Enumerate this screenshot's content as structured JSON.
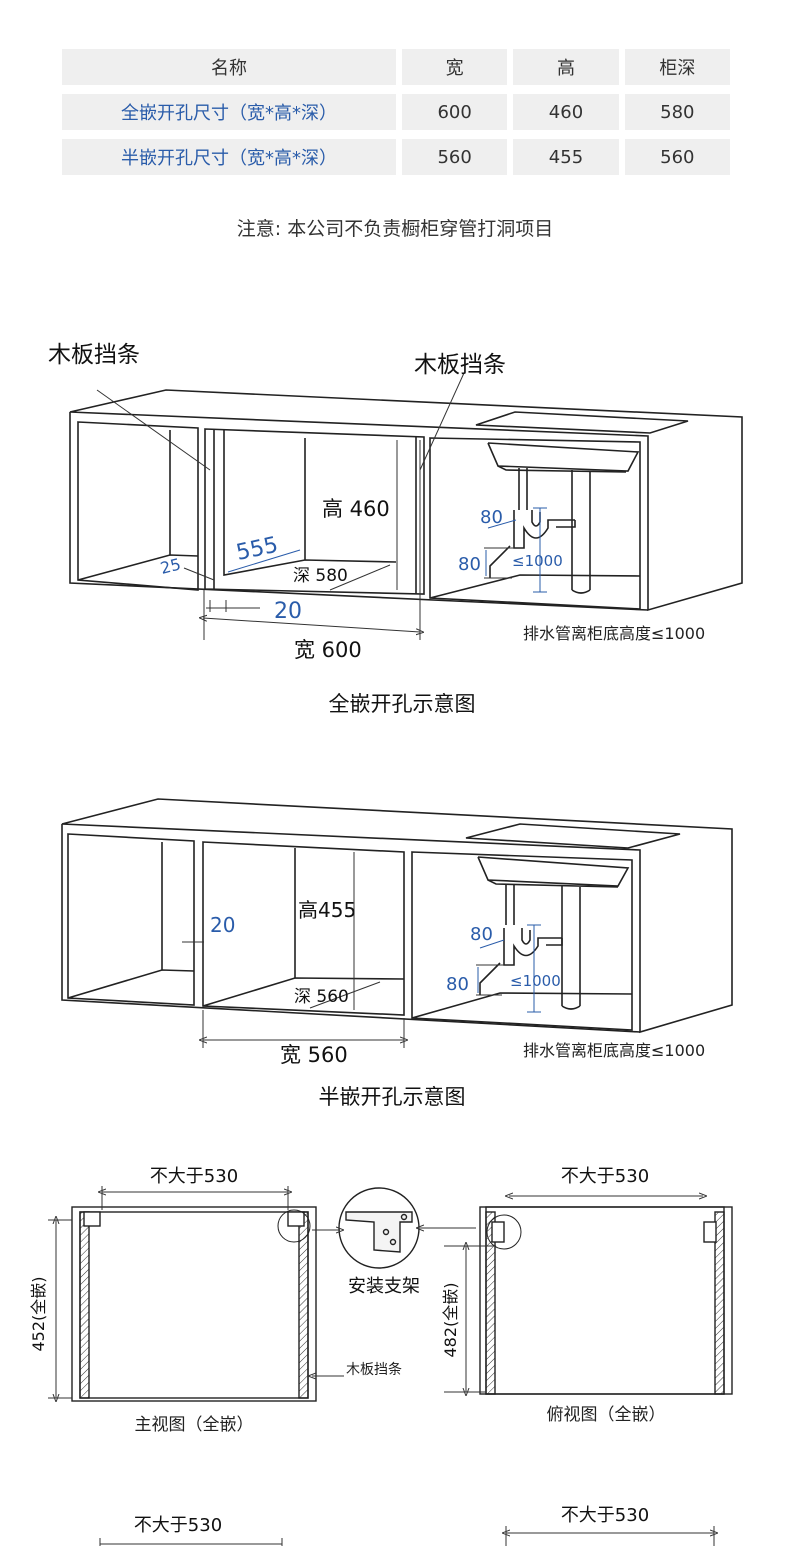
{
  "table": {
    "headers": [
      "名称",
      "宽",
      "高",
      "柜深"
    ],
    "rows": [
      [
        "全嵌开孔尺寸（宽*高*深）",
        "600",
        "460",
        "580"
      ],
      [
        "半嵌开孔尺寸（宽*高*深）",
        "560",
        "455",
        "560"
      ]
    ]
  },
  "note": "注意: 本公司不负责橱柜穿管打洞项目",
  "diagram1": {
    "label_left": "木板挡条",
    "label_right": "木板挡条",
    "height": "高 460",
    "d555": "555",
    "d25": "25",
    "depth": "深 580",
    "d20": "20",
    "width": "宽 600",
    "pipe80a": "80",
    "pipe80b": "80",
    "le1000": "≤1000",
    "drain": "排水管离柜底高度≤1000",
    "caption": "全嵌开孔示意图"
  },
  "diagram2": {
    "height": "高455",
    "d20": "20",
    "depth": "深 560",
    "width": "宽 560",
    "pipe80a": "80",
    "pipe80b": "80",
    "le1000": "≤1000",
    "drain": "排水管离柜底高度≤1000",
    "caption": "半嵌开孔示意图"
  },
  "diagram3": {
    "front_max": "不大于530",
    "front_height": "452(全嵌)",
    "front_caption": "主视图（全嵌）",
    "bracket": "安装支架",
    "board": "木板挡条",
    "top_max": "不大于530",
    "top_height": "482(全嵌)",
    "top_caption": "俯视图（全嵌）"
  },
  "diagram4": {
    "left_max": "不大于530",
    "right_max": "不大于530"
  },
  "colors": {
    "blue": "#2a5caa",
    "cell_bg": "#efefef"
  }
}
